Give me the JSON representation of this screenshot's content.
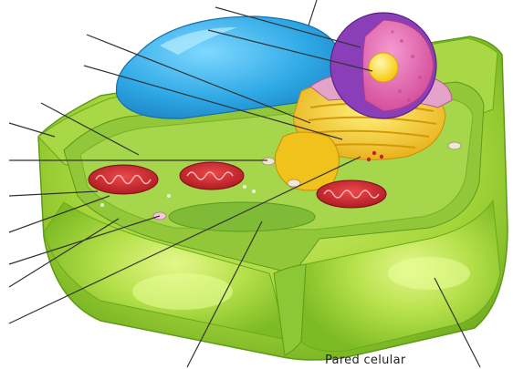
{
  "diagram": {
    "caption": "Pared celular",
    "structures": [
      "vacuole",
      "nucleus",
      "nucleolus",
      "rough-endoplasmic-reticulum",
      "golgi-apparatus",
      "mitochondria",
      "chloroplast",
      "ribosomes",
      "cytoplasm",
      "cell-membrane",
      "cell-wall"
    ]
  },
  "colors": {
    "cell_wall": "#9acd32",
    "cell_wall_dark": "#6fae1f",
    "cytoplasm": "#b9e06a",
    "vacuole": "#3cb4e8",
    "nucleus_envelope": "#8a3fb8",
    "nucleoplasm": "#e96bb0",
    "nucleolus": "#ffe21a",
    "golgi": "#f2c81e",
    "mitochondria": "#c2202a",
    "leader_lines": "#333333"
  }
}
